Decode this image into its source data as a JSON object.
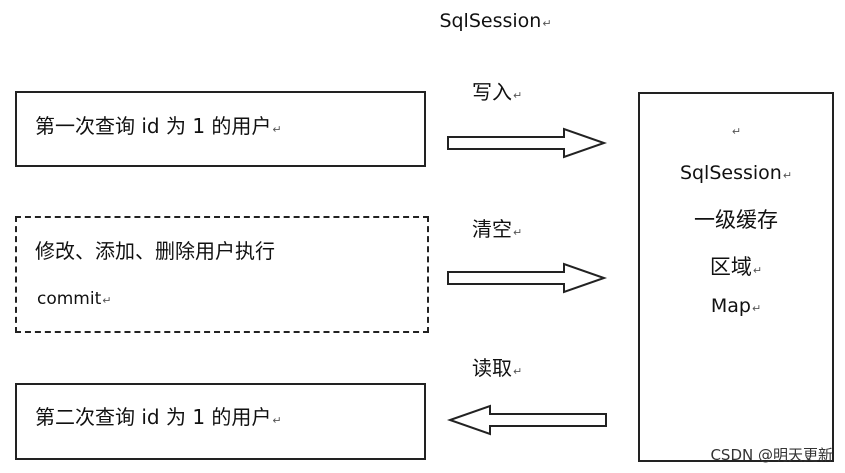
{
  "title": "SqlSession",
  "para_mark": "↵",
  "left_boxes": [
    {
      "line1": "第一次查询 id 为 1 的用户",
      "line2": "",
      "style": "solid"
    },
    {
      "line1": "修改、添加、删除用户执行",
      "line2": "commit",
      "style": "dashed"
    },
    {
      "line1": "第二次查询 id 为 1 的用户",
      "line2": "",
      "style": "solid"
    }
  ],
  "operations": [
    {
      "label": "写入",
      "direction": "right"
    },
    {
      "label": "清空",
      "direction": "right"
    },
    {
      "label": "读取",
      "direction": "left"
    }
  ],
  "cache": {
    "line1": "SqlSession",
    "line2": "一级缓存",
    "line3": "区域",
    "line4": "Map"
  },
  "watermark": "CSDN @明天更新"
}
